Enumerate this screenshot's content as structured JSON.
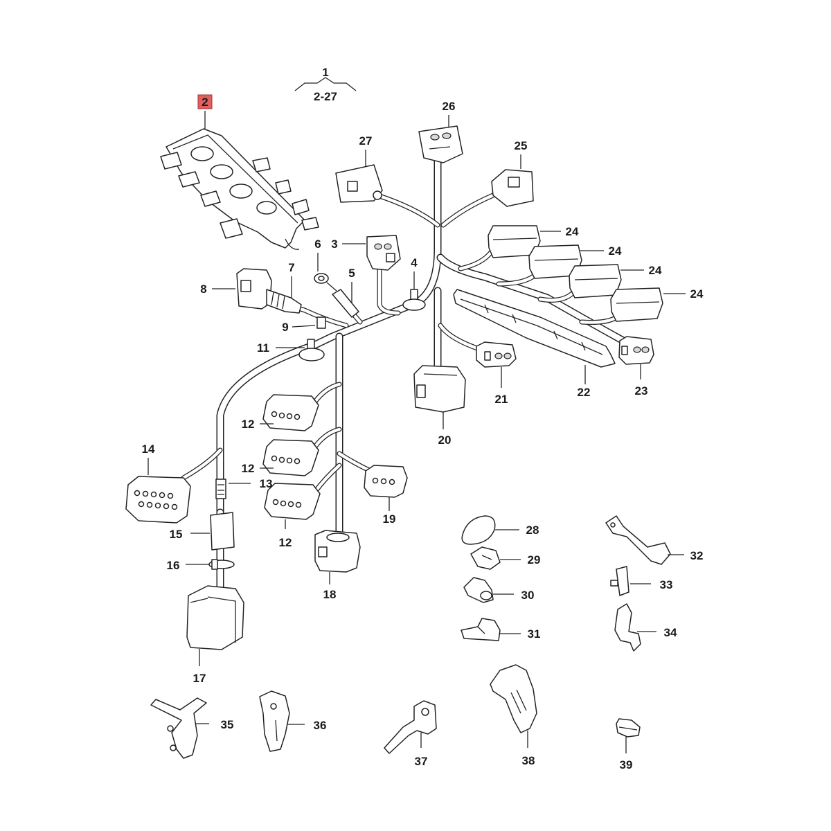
{
  "header": {
    "assembly_number": "1",
    "assembly_range": "2-27"
  },
  "callouts": {
    "p2": "2",
    "p3": "3",
    "p4": "4",
    "p5": "5",
    "p6": "6",
    "p7": "7",
    "p8": "8",
    "p9": "9",
    "p11": "11",
    "p12a": "12",
    "p12b": "12",
    "p12c": "12",
    "p13": "13",
    "p14": "14",
    "p15": "15",
    "p16": "16",
    "p17": "17",
    "p18": "18",
    "p19": "19",
    "p20": "20",
    "p21": "21",
    "p22": "22",
    "p23": "23",
    "p24a": "24",
    "p24b": "24",
    "p24c": "24",
    "p24d": "24",
    "p25": "25",
    "p26": "26",
    "p27": "27",
    "p28": "28",
    "p29": "29",
    "p30": "30",
    "p31": "31",
    "p32": "32",
    "p33": "33",
    "p34": "34",
    "p35": "35",
    "p36": "36",
    "p37": "37",
    "p38": "38",
    "p39": "39"
  },
  "highlight": {
    "part": "2",
    "color": "#e06060"
  }
}
